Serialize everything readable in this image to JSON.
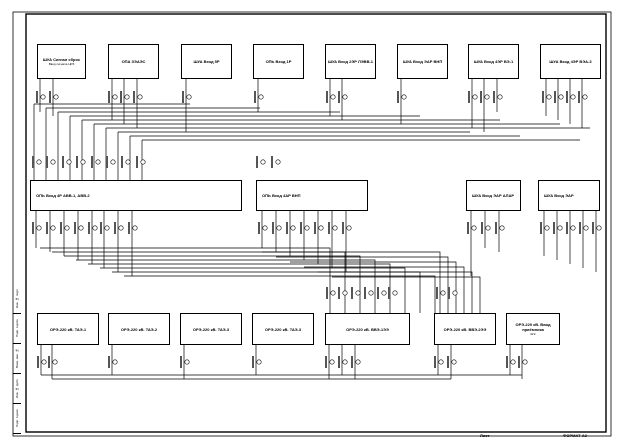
{
  "top_row": [
    {
      "label": "ШУА Сигнал сброс",
      "sub": "Ввод сигнала ЦРЗ"
    },
    {
      "label": "ОПА ЗЭАЭС"
    },
    {
      "label": "ШУА Вход 5Р"
    },
    {
      "label": "ОПЬ Вход 1Р"
    },
    {
      "label": "ШУА Вход 2ЭР ЛЭВВ-1"
    },
    {
      "label": "ШУА Вход ЭАР ВНП"
    },
    {
      "label": "ШУА Вход 4ЭР ВЭ-1"
    },
    {
      "label": "ШУА Вход 4ЭР ВЭА-3"
    }
  ],
  "middle_row": [
    {
      "label": "ОПЬ Вход 4Р АВВ-1, АВВ-2"
    },
    {
      "label": "ОПЬ Вход 4АР ВНП"
    },
    {
      "label": "ШУА Вход ЭАР АЛАР"
    },
    {
      "label": "ШУА Вход ЭАР"
    }
  ],
  "bottom_row": [
    {
      "label": "ОРЭ-220 кВ. ТАЭ-1"
    },
    {
      "label": "ОРЭ-220 кВ. ТАЭ-2"
    },
    {
      "label": "ОРЭ-220 кВ. ТАЭ-3"
    },
    {
      "label": "ОРЭ-220 кВ. ТАЭ-3"
    },
    {
      "label": "ОРЭ-220 кВ. ВВЭ-1ЭЭ"
    },
    {
      "label": "ОРЭ-220 кВ. ВВЭ-2ЭЭ"
    },
    {
      "label": "ОРЭ-220 кВ. Ввод приёмника",
      "sub": "ШЭ"
    }
  ],
  "title_block": [
    "Инв. № подл.",
    "Подп. и дата",
    "Взам. инв. №",
    "Инв. № дубл.",
    "Подп. и дата"
  ],
  "footer": {
    "sheet": "Лист",
    "format": "ФОРМАТ А3"
  }
}
